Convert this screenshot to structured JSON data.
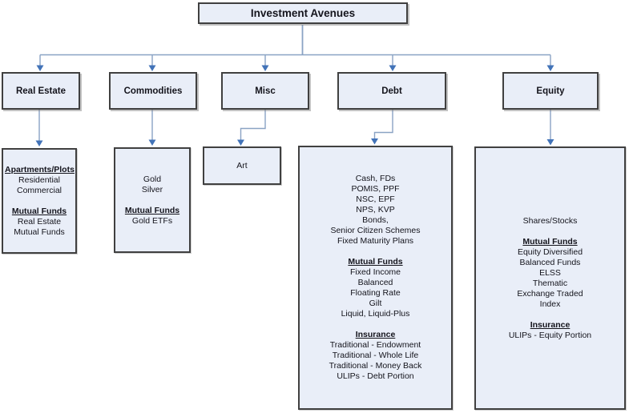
{
  "title": "Investment Avenues",
  "colors": {
    "box-fill": "#e9eef8",
    "box-border": "#404040",
    "connector-line": "#8aa3c4",
    "arrow-fill": "#4273b8",
    "text-color": "#14141c"
  },
  "branches": [
    {
      "label": "Real Estate",
      "leaf_lines": [
        {
          "style": "heading",
          "text": "Apartments/Plots"
        },
        {
          "style": "normal",
          "text": "Residential"
        },
        {
          "style": "normal",
          "text": "Commercial"
        },
        {
          "style": "blank",
          "text": ""
        },
        {
          "style": "heading",
          "text": "Mutual Funds"
        },
        {
          "style": "normal",
          "text": "Real Estate Mutual Funds"
        }
      ]
    },
    {
      "label": "Commodities",
      "leaf_lines": [
        {
          "style": "normal",
          "text": "Gold"
        },
        {
          "style": "normal",
          "text": "Silver"
        },
        {
          "style": "blank",
          "text": ""
        },
        {
          "style": "heading",
          "text": "Mutual Funds"
        },
        {
          "style": "normal",
          "text": "Gold ETFs"
        }
      ]
    },
    {
      "label": "Misc",
      "leaf_lines": [
        {
          "style": "normal",
          "text": "Art"
        }
      ]
    },
    {
      "label": "Debt",
      "leaf_lines": [
        {
          "style": "normal",
          "text": "Cash, FDs"
        },
        {
          "style": "normal",
          "text": "POMIS, PPF"
        },
        {
          "style": "normal",
          "text": "NSC, EPF"
        },
        {
          "style": "normal",
          "text": "NPS, KVP"
        },
        {
          "style": "normal",
          "text": "Bonds,"
        },
        {
          "style": "normal",
          "text": "Senior Citizen Schemes"
        },
        {
          "style": "normal",
          "text": "Fixed Maturity Plans"
        },
        {
          "style": "blank",
          "text": ""
        },
        {
          "style": "heading",
          "text": "Mutual Funds"
        },
        {
          "style": "normal",
          "text": "Fixed Income"
        },
        {
          "style": "normal",
          "text": "Balanced"
        },
        {
          "style": "normal",
          "text": "Floating Rate"
        },
        {
          "style": "normal",
          "text": "Gilt"
        },
        {
          "style": "normal",
          "text": "Liquid, Liquid-Plus"
        },
        {
          "style": "blank",
          "text": ""
        },
        {
          "style": "heading",
          "text": "Insurance"
        },
        {
          "style": "normal",
          "text": "Traditional - Endowment"
        },
        {
          "style": "normal",
          "text": "Traditional - Whole Life"
        },
        {
          "style": "normal",
          "text": "Traditional - Money Back"
        },
        {
          "style": "normal",
          "text": "ULIPs - Debt Portion"
        }
      ]
    },
    {
      "label": "Equity",
      "leaf_lines": [
        {
          "style": "normal",
          "text": "Shares/Stocks"
        },
        {
          "style": "blank",
          "text": ""
        },
        {
          "style": "heading",
          "text": "Mutual Funds"
        },
        {
          "style": "normal",
          "text": "Equity Diversified"
        },
        {
          "style": "normal",
          "text": "Balanced Funds"
        },
        {
          "style": "normal",
          "text": "ELSS"
        },
        {
          "style": "normal",
          "text": "Thematic"
        },
        {
          "style": "normal",
          "text": "Exchange Traded"
        },
        {
          "style": "normal",
          "text": "Index"
        },
        {
          "style": "blank",
          "text": ""
        },
        {
          "style": "heading",
          "text": "Insurance"
        },
        {
          "style": "normal",
          "text": "ULIPs - Equity Portion"
        }
      ]
    }
  ]
}
